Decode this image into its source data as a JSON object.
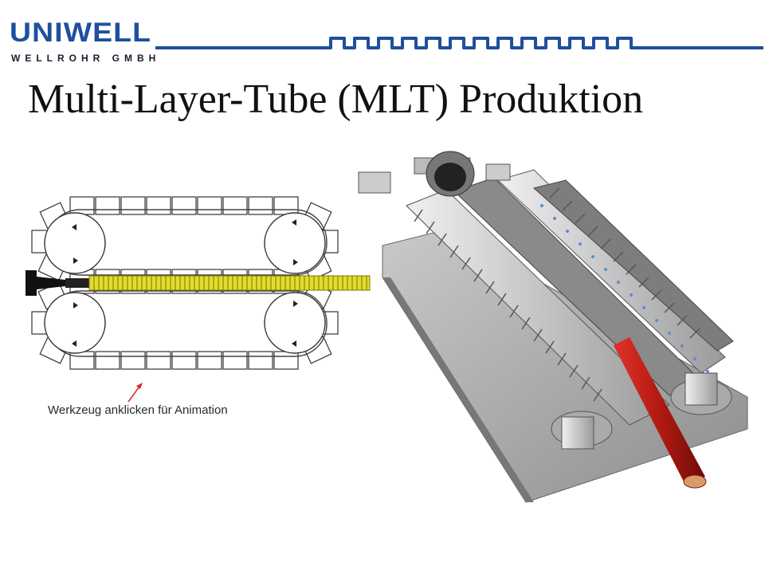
{
  "logo": {
    "main": "UNIWELL",
    "sub": "WELLROHR GMBH"
  },
  "title": "Multi-Layer-Tube (MLT) Produktion",
  "caption": "Werkzeug anklicken für Animation",
  "colors": {
    "brand": "#1f4f9e",
    "tube_yellow": "#e3dc2a",
    "tube_red": "#b21a12",
    "caption_arrow": "#d42a2a"
  }
}
